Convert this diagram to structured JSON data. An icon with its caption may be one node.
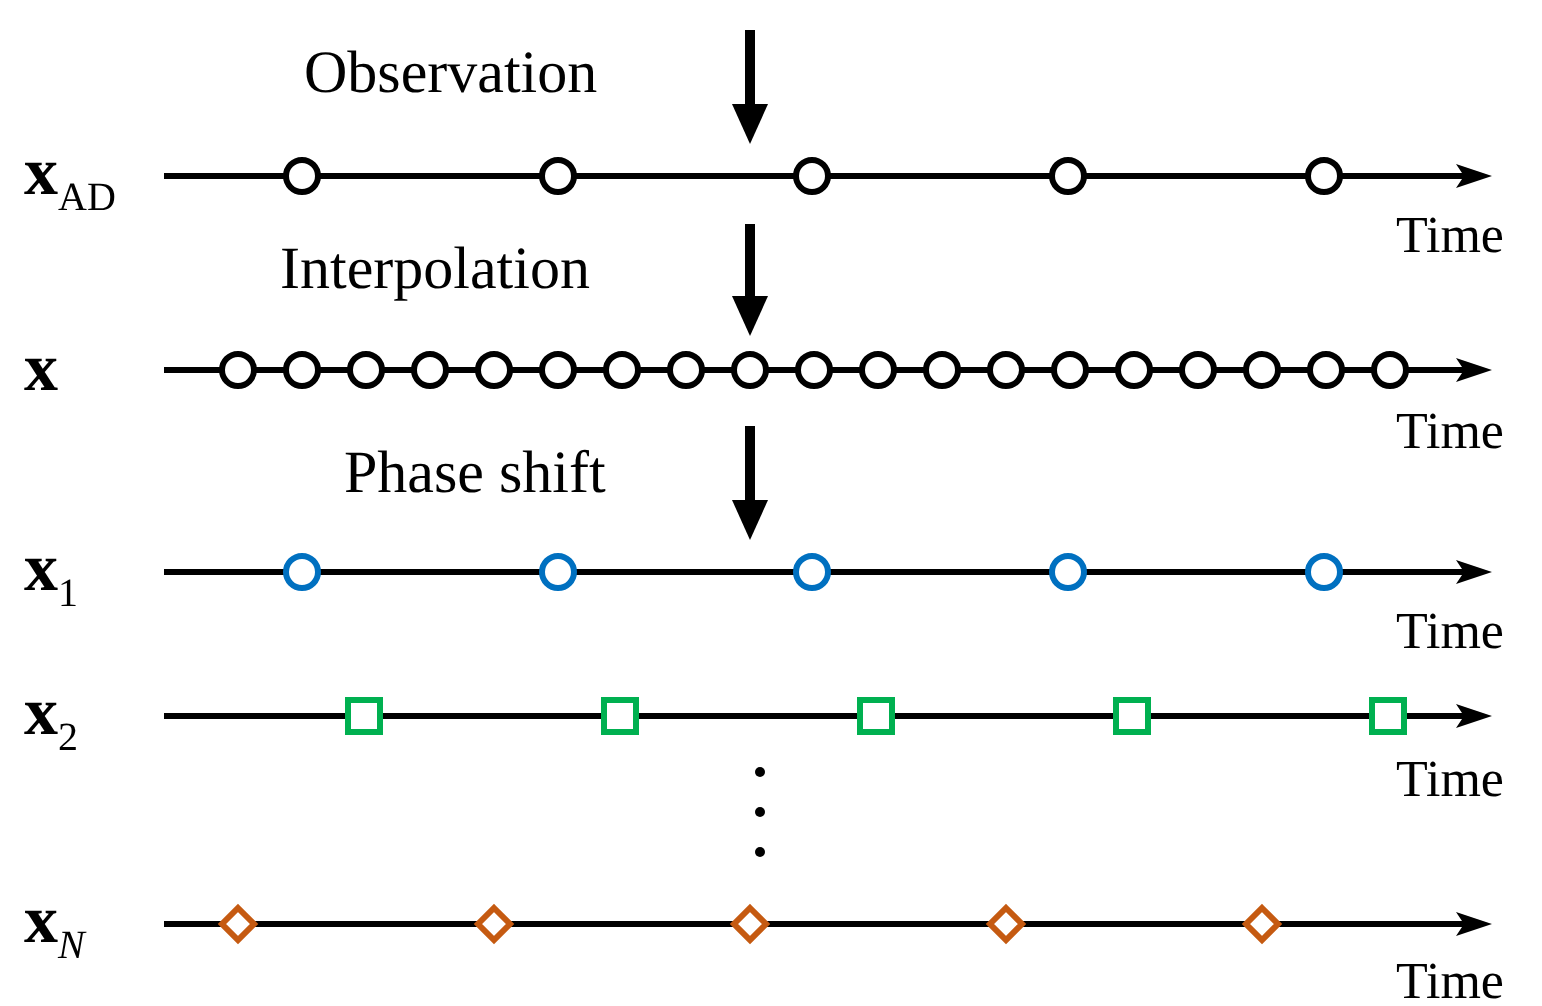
{
  "diagram": {
    "labels": [
      "Observation",
      "**x**$_{AD}$",
      "Time",
      "Interpolation",
      "**x**",
      "Time",
      "Phase shift",
      "**x**$_{1}$",
      "Time",
      "**x**$_{2}$",
      "Time",
      "**x**$_{N}$",
      "Time"
    ]
  }
}
